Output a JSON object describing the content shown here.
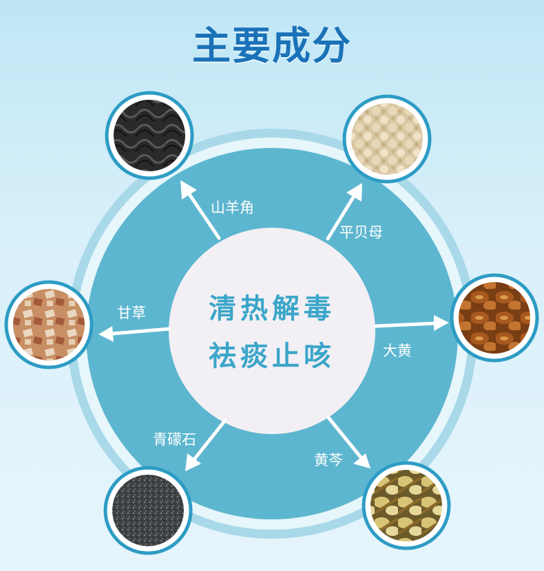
{
  "title": "主要成分",
  "center": {
    "line1": "清热解毒",
    "line2": "祛痰止咳"
  },
  "ingredients": [
    {
      "id": "shanyangjiao",
      "label": "山羊角",
      "texture": "dark-horn"
    },
    {
      "id": "pingbeimu",
      "label": "平贝母",
      "texture": "beige-bulbs"
    },
    {
      "id": "dahuang",
      "label": "大黄",
      "texture": "brown-slices"
    },
    {
      "id": "huangqin",
      "label": "黄芩",
      "texture": "yellow-root-slices"
    },
    {
      "id": "qingmengshi",
      "label": "青礞石",
      "texture": "gray-granules"
    },
    {
      "id": "gancao",
      "label": "甘草",
      "texture": "tan-root-pieces"
    }
  ],
  "colors": {
    "title": "#1a72b8",
    "outer_ring": "#a9d9e8",
    "mid_ring": "#e6f6fb",
    "teal_disc": "#5db6cf",
    "center_disc": "#f2f0f5",
    "center_text": "#3ba6c9",
    "photo_border": "#2d9cc4",
    "label_text": "#ffffff"
  }
}
